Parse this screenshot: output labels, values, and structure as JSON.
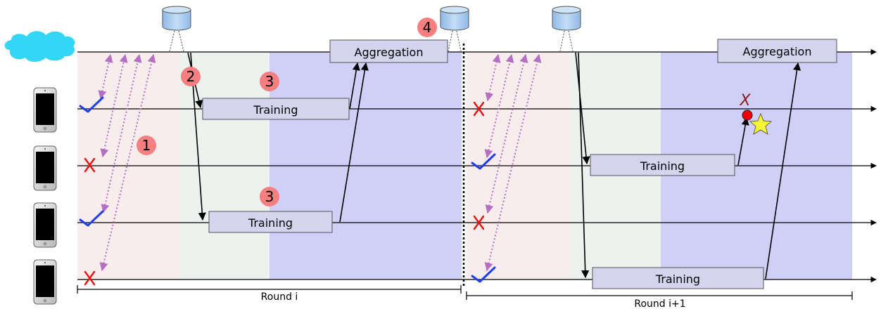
{
  "labels": {
    "aggregation": "Aggregation",
    "training": "Training",
    "round_1": "Round i",
    "round_2": "Round i+1",
    "fail_mark": "X"
  },
  "steps": [
    "1",
    "2",
    "3",
    "4"
  ],
  "colors": {
    "cloud": "#33d6f5",
    "selection_phase": "#f8ecec",
    "config_phase": "#eef2ee",
    "report_phase": "#cfcff7",
    "box_fill": "#d4d4ee",
    "badge": "#f77f7f",
    "check": "#1e3ff0",
    "cross": "#ee1111",
    "checkin_arrow": "#b56fc4",
    "database": "#a9cdef",
    "failure_dot": "#ee0000",
    "failure_star": "#f5f533"
  },
  "icons": [
    "cloud-icon",
    "database-icon",
    "smartphone-icon",
    "check-icon",
    "cross-icon",
    "star-icon"
  ]
}
